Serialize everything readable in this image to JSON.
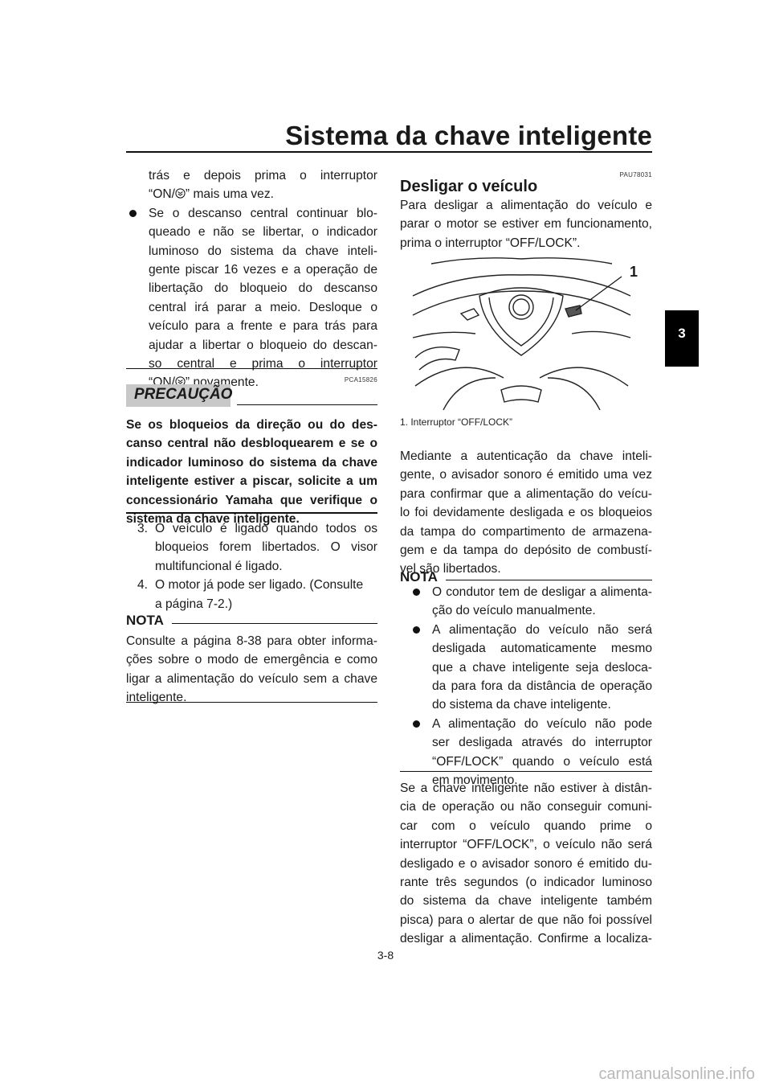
{
  "header": {
    "title": "Sistema da chave inteligente",
    "chapter_tab": "3"
  },
  "left": {
    "cont_line1": "trás e depois prima o interruptor",
    "cont_line2_pre": "“ON/",
    "cont_line2_post": "” mais uma vez.",
    "bullet_lines": [
      "Se o descanso central continuar blo-",
      "queado e não se libertar, o indicador",
      "luminoso do sistema da chave inteli-",
      "gente piscar 16 vezes e a operação de",
      "libertação do bloqueio do descanso",
      "central irá parar a meio. Desloque o",
      "veículo para a frente e para trás para",
      "ajudar a libertar o bloqueio do descan-",
      "so central e prima o interruptor"
    ],
    "bullet_last_pre": "“ON/",
    "bullet_last_post": "” novamente.",
    "caution_code": "PCA15826",
    "caution_label": "PRECAUÇÃO",
    "caution_lines": [
      "Se os bloqueios da direção ou do des-",
      "canso central não desbloquearem e se o",
      "indicador luminoso do sistema da chave",
      "inteligente estiver a piscar, solicite a um",
      "concessionário Yamaha que verifique o"
    ],
    "caution_last": "sistema da chave inteligente.",
    "step3_num": "3.",
    "step3_lines": [
      "O veículo é ligado quando todos os",
      "bloqueios forem libertados. O visor"
    ],
    "step3_last": "multifuncional é ligado.",
    "step4_num": "4.",
    "step4_line1": "O motor já pode ser ligado. (Consulte",
    "step4_line2": "a página 7-2.)",
    "nota_label": "NOTA",
    "nota_lines": [
      "Consulte a página 8-38 para obter informa-",
      "ções sobre o modo de emergência e como",
      "ligar a alimentação do veículo sem a chave"
    ],
    "nota_last": "inteligente."
  },
  "right": {
    "section_code": "PAU78031",
    "heading": "Desligar o veículo",
    "intro_lines": [
      "Para desligar a alimentação do veículo e",
      "parar o motor se estiver em funcionamento,"
    ],
    "intro_last": "prima o interruptor “OFF/LOCK”.",
    "figure_callout": "1",
    "figure_caption": "1.  Interruptor “OFF/LOCK”",
    "auth_lines": [
      "Mediante a autenticação da chave inteli-",
      "gente, o avisador sonoro é emitido uma vez",
      "para confirmar que a alimentação do veícu-",
      "lo foi devidamente desligada e os bloqueios",
      "da tampa do compartimento de armazena-",
      "gem e da tampa do depósito de combustí-"
    ],
    "auth_last": "vel são libertados.",
    "nota_label": "NOTA",
    "nota_b1_lines": [
      "O condutor tem de desligar a alimenta-"
    ],
    "nota_b1_last": "ção do veículo manualmente.",
    "nota_b2_lines": [
      "A alimentação do veículo não será",
      "desligada automaticamente mesmo",
      "que a chave inteligente seja desloca-",
      "da para fora da distância de operação"
    ],
    "nota_b2_last": "do sistema da chave inteligente.",
    "nota_b3_lines": [
      "A alimentação do veículo não pode",
      "ser desligada através do interruptor",
      "“OFF/LOCK” quando o veículo está"
    ],
    "nota_b3_last": "em movimento.",
    "final_lines": [
      "Se a chave inteligente não estiver à distân-",
      "cia de operação ou não conseguir comuni-",
      "car com o veículo quando prime o",
      "interruptor “OFF/LOCK”, o veículo não será",
      "desligado e o avisador sonoro é emitido du-",
      "rante três segundos (o indicador luminoso",
      "do sistema da chave inteligente também",
      "pisca) para o alertar de que não foi possível",
      "desligar a alimentação. Confirme a localiza-"
    ]
  },
  "footer": {
    "page_number": "3-8",
    "watermark": "carmanualsonline.info"
  }
}
